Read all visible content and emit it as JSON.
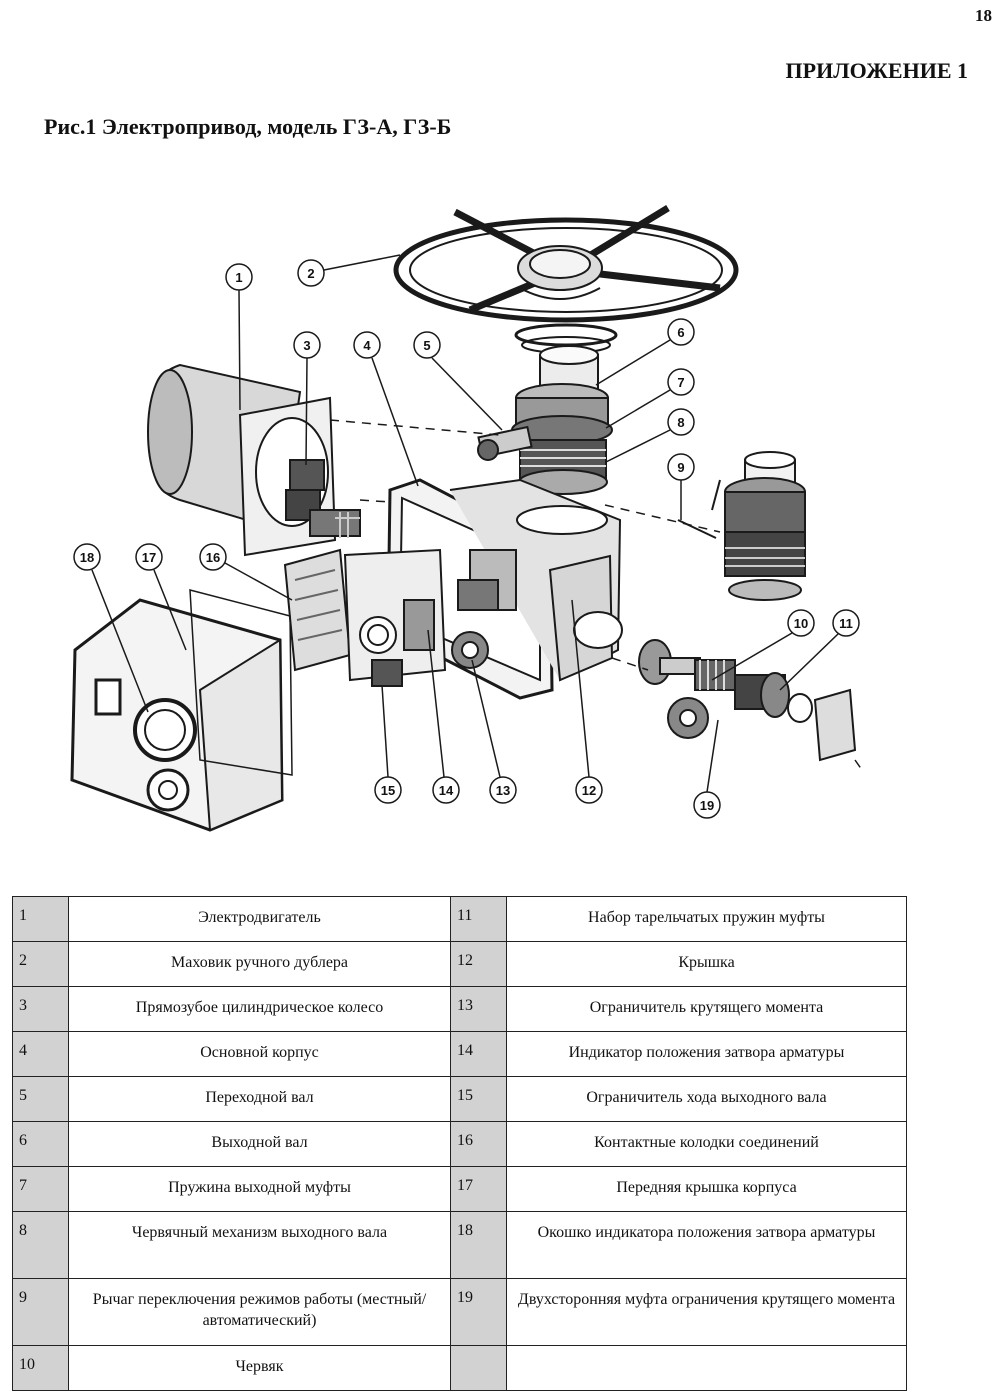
{
  "page": {
    "number": "18",
    "appendix": "ПРИЛОЖЕНИЕ 1"
  },
  "figure": {
    "title": "Рис.1 Электропривод, модель ГЗ-А, ГЗ-Б"
  },
  "callouts": [
    "1",
    "2",
    "3",
    "4",
    "5",
    "6",
    "7",
    "8",
    "9",
    "10",
    "11",
    "12",
    "13",
    "14",
    "15",
    "16",
    "17",
    "18",
    "19"
  ],
  "parts_table": {
    "rows": [
      {
        "left_num": "1",
        "left_desc": "Электродвигатель",
        "right_num": "11",
        "right_desc": "Набор тарельчатых пружин муфты"
      },
      {
        "left_num": "2",
        "left_desc": "Маховик ручного дублера",
        "right_num": "12",
        "right_desc": "Крышка"
      },
      {
        "left_num": "3",
        "left_desc": "Прямозубое цилиндрическое колесо",
        "right_num": "13",
        "right_desc": "Ограничитель крутящего момента"
      },
      {
        "left_num": "4",
        "left_desc": "Основной корпус",
        "right_num": "14",
        "right_desc": "Индикатор положения  затвора арматуры"
      },
      {
        "left_num": "5",
        "left_desc": "Переходной вал",
        "right_num": "15",
        "right_desc": "Ограничитель  хода выходного вала"
      },
      {
        "left_num": "6",
        "left_desc": "Выходной вал",
        "right_num": "16",
        "right_desc": "Контактные колодки соединений"
      },
      {
        "left_num": "7",
        "left_desc": "Пружина выходной муфты",
        "right_num": "17",
        "right_desc": "Передняя крышка корпуса"
      },
      {
        "left_num": "8",
        "left_desc": "Червячный механизм выходного вала",
        "right_num": "18",
        "right_desc": "Окошко индикатора положения затвора арматуры"
      },
      {
        "left_num": "9",
        "left_desc": "Рычаг переключения режимов работы (местный/автоматический)",
        "right_num": "19",
        "right_desc": "Двухсторонняя муфта ограничения крутящего момента"
      },
      {
        "left_num": "10",
        "left_desc": "Червяк",
        "right_num": "",
        "right_desc": ""
      }
    ]
  }
}
